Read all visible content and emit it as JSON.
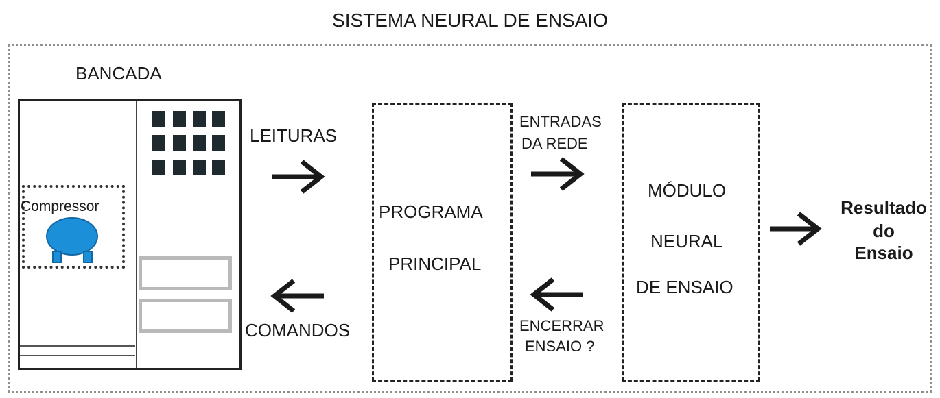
{
  "title": "SISTEMA NEURAL DE ENSAIO",
  "bancada": {
    "label": "BANCADA",
    "compressor_label": "Compressor",
    "compressor_color": "#1b8fd8"
  },
  "arrows": {
    "leituras": "LEITURAS",
    "comandos": "COMANDOS",
    "entradas_line1": "ENTRADAS",
    "entradas_line2": "DA REDE",
    "encerrar_line1": "ENCERRAR",
    "encerrar_line2": "ENSAIO ?"
  },
  "programa": {
    "line1": "PROGRAMA",
    "line2": "PRINCIPAL"
  },
  "modulo": {
    "line1": "MÓDULO",
    "line2": "NEURAL",
    "line3": "DE ENSAIO"
  },
  "resultado": {
    "line1": "Resultado",
    "line2": "do",
    "line3": "Ensaio"
  }
}
